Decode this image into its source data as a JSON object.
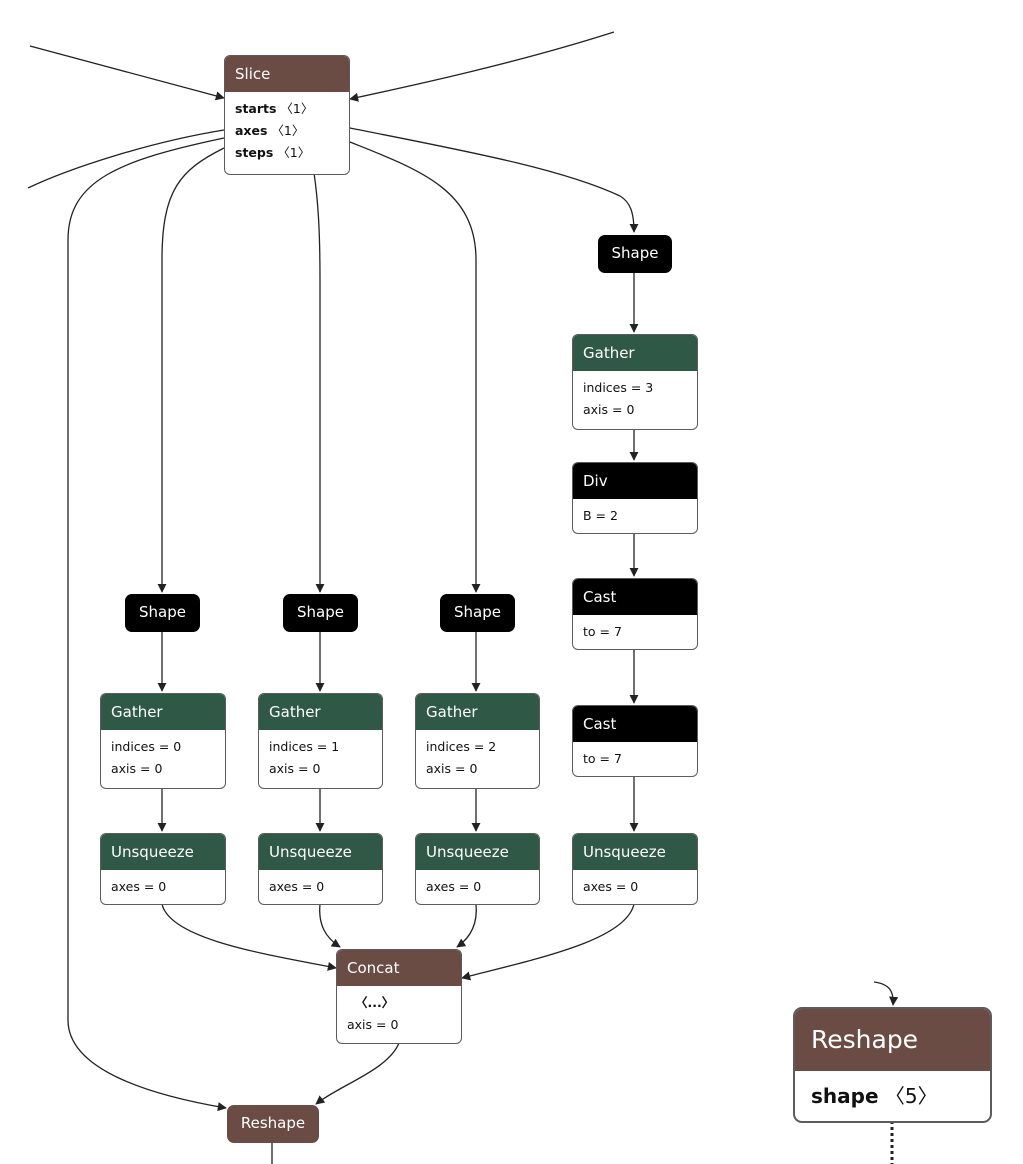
{
  "nodes": {
    "slice": {
      "title": "Slice",
      "attrs": [
        {
          "name": "starts",
          "value": "〈1〉"
        },
        {
          "name": "axes",
          "value": "〈1〉"
        },
        {
          "name": "steps",
          "value": "〈1〉"
        }
      ]
    },
    "shape_a": {
      "title": "Shape"
    },
    "shape_b": {
      "title": "Shape"
    },
    "shape_c": {
      "title": "Shape"
    },
    "shape_d": {
      "title": "Shape"
    },
    "gather_a": {
      "title": "Gather",
      "attrs": [
        "indices = 0",
        "axis = 0"
      ]
    },
    "gather_b": {
      "title": "Gather",
      "attrs": [
        "indices = 1",
        "axis = 0"
      ]
    },
    "gather_c": {
      "title": "Gather",
      "attrs": [
        "indices = 2",
        "axis = 0"
      ]
    },
    "gather_d": {
      "title": "Gather",
      "attrs": [
        "indices = 3",
        "axis = 0"
      ]
    },
    "div": {
      "title": "Div",
      "attrs": [
        "B = 2"
      ]
    },
    "cast1": {
      "title": "Cast",
      "attrs": [
        "to = 7"
      ]
    },
    "cast2": {
      "title": "Cast",
      "attrs": [
        "to = 7"
      ]
    },
    "unsq_a": {
      "title": "Unsqueeze",
      "attrs": [
        "axes = 0"
      ]
    },
    "unsq_b": {
      "title": "Unsqueeze",
      "attrs": [
        "axes = 0"
      ]
    },
    "unsq_c": {
      "title": "Unsqueeze",
      "attrs": [
        "axes = 0"
      ]
    },
    "unsq_d": {
      "title": "Unsqueeze",
      "attrs": [
        "axes = 0"
      ]
    },
    "concat": {
      "title": "Concat",
      "attrs": [
        {
          "name": "",
          "value": "〈...〉"
        },
        "axis = 0"
      ]
    },
    "reshape": {
      "title": "Reshape"
    },
    "reshape_zoom": {
      "title": "Reshape",
      "attrs": [
        {
          "name": "shape",
          "value": "〈5〉"
        }
      ]
    }
  },
  "colors": {
    "brown": "#6b4c45",
    "green": "#2f5846",
    "black": "#000000",
    "edge": "#222222"
  }
}
